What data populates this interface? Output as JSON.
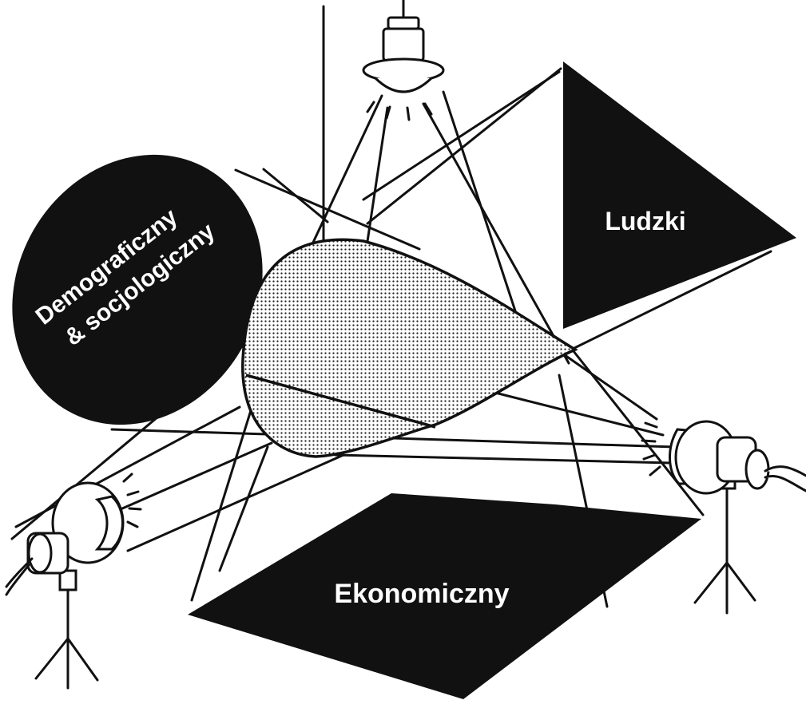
{
  "labels": {
    "ellipse_line1": "Demograficzny",
    "ellipse_line2": "& socjologiczny",
    "triangle": "Ludzki",
    "diamond": "Ekonomiczny"
  },
  "colors": {
    "ink": "#111111",
    "paper": "#ffffff",
    "dot": "#222222"
  }
}
